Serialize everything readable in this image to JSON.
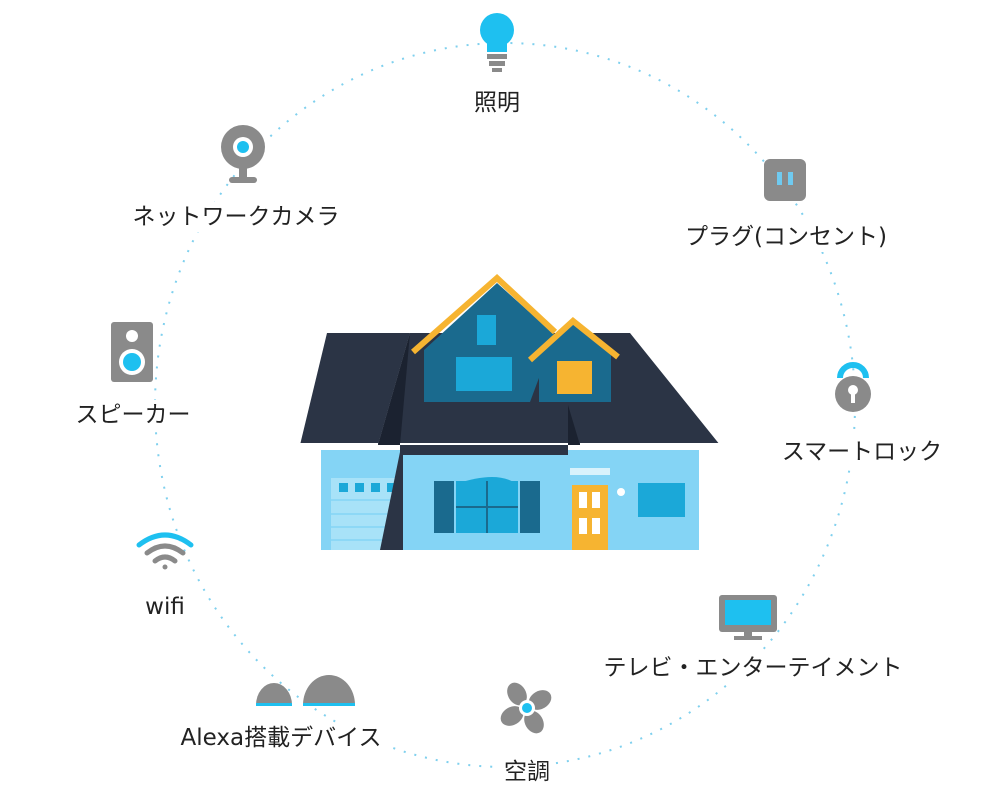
{
  "colors": {
    "accent": "#1ec0f0",
    "icon_gray": "#8a8a8a",
    "roof": "#2b3445",
    "wall": "#84d4f5",
    "gable": "#1a6a8e",
    "trim": "#f6b431",
    "dots": "#7fd0ee"
  },
  "devices": [
    {
      "icon": "light-bulb-icon",
      "label": "照明"
    },
    {
      "icon": "network-camera-icon",
      "label": "ネットワークカメラ"
    },
    {
      "icon": "plug-outlet-icon",
      "label": "プラグ(コンセント)"
    },
    {
      "icon": "speaker-icon",
      "label": "スピーカー"
    },
    {
      "icon": "smart-lock-icon",
      "label": "スマートロック"
    },
    {
      "icon": "wifi-icon",
      "label": "wifi"
    },
    {
      "icon": "tv-icon",
      "label": "テレビ・エンターテイメント"
    },
    {
      "icon": "alexa-device-icon",
      "label": "Alexa搭載デバイス"
    },
    {
      "icon": "fan-icon",
      "label": "空調"
    }
  ]
}
